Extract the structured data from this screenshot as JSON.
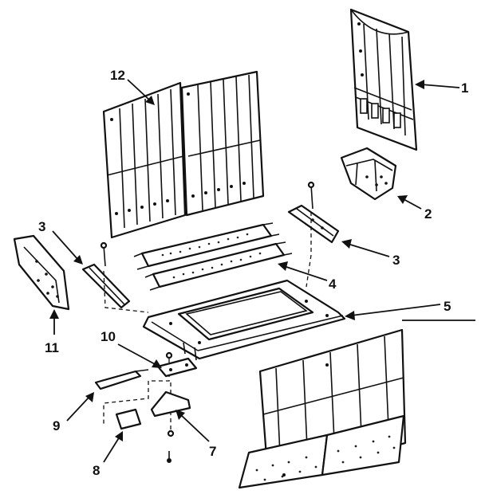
{
  "diagram": {
    "callouts": [
      "1",
      "2",
      "3",
      "3",
      "4",
      "5",
      "7",
      "8",
      "9",
      "10",
      "11",
      "12"
    ]
  }
}
